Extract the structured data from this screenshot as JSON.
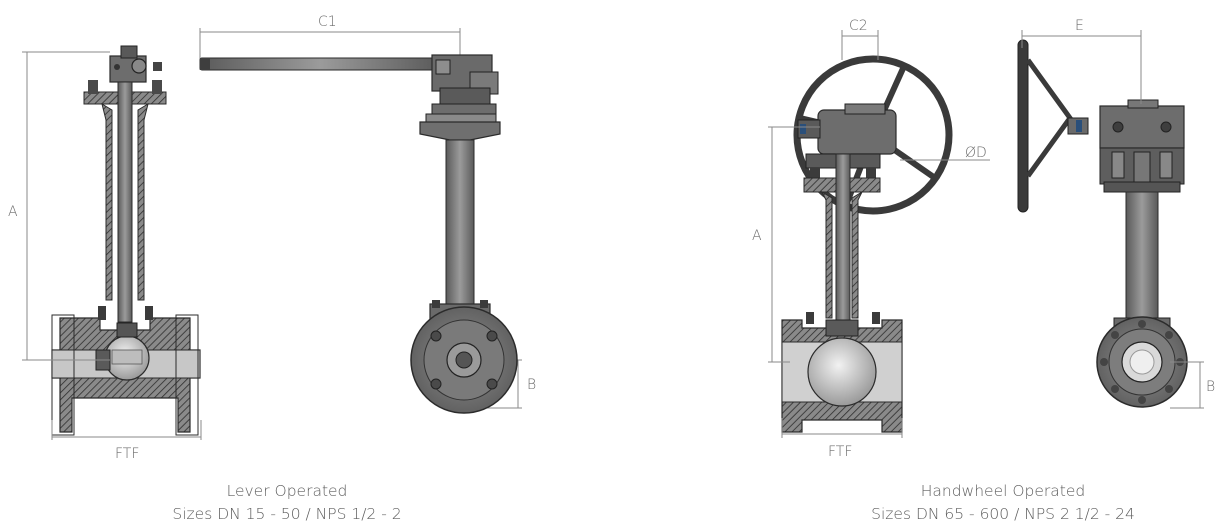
{
  "dimension_labels": {
    "lever_A": "A",
    "lever_B": "B",
    "lever_C1": "C1",
    "lever_FTF": "FTF",
    "hw_A": "A",
    "hw_B": "B",
    "hw_C2": "C2",
    "hw_D": "ØD",
    "hw_E": "E",
    "hw_FTF": "FTF"
  },
  "captions": {
    "lever": {
      "title": "Lever Operated",
      "sizes": "Sizes DN 15 - 50 / NPS 1/2 - 2"
    },
    "handwheel": {
      "title": "Handwheel Operated",
      "sizes": "Sizes DN 65 - 600 / NPS 2 1/2 - 24"
    }
  },
  "colors": {
    "body": "#7d7d7d",
    "body_dark": "#4a4a4a",
    "body_light": "#a9a9a9",
    "hatch": "#333333",
    "dimension": "#8a8a8a"
  }
}
